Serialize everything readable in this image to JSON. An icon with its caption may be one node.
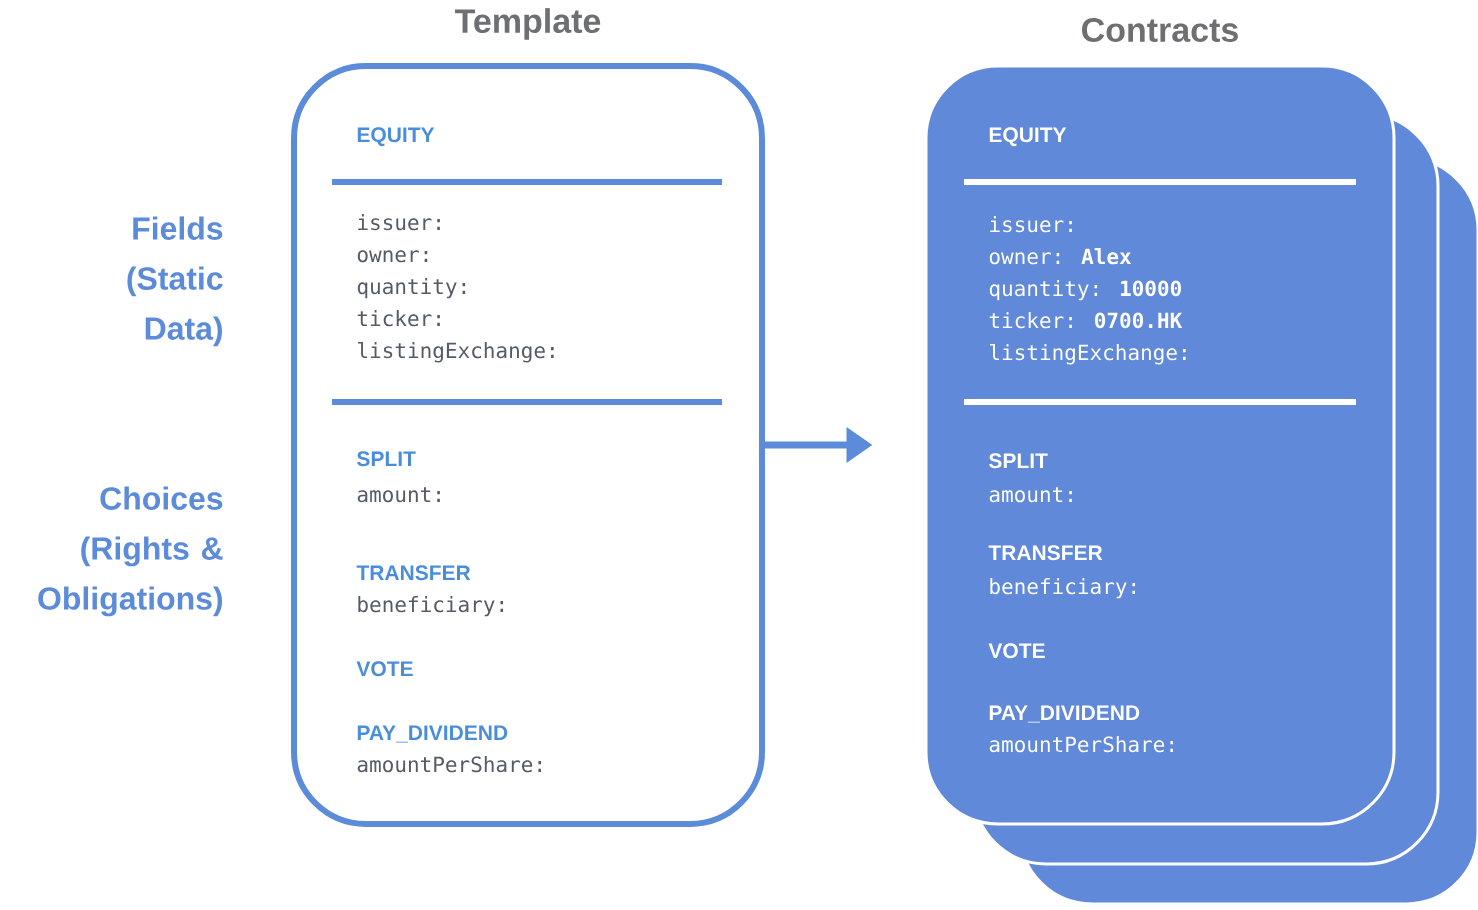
{
  "diagram": {
    "nodes": [
      {
        "text": [
          "Template",
          "EQUITY",
          "issuer:",
          "owner:",
          "quantity:",
          "ticker:",
          "listingExchange:",
          "SPLIT",
          "amount:",
          "TRANSFER",
          "beneficiary:",
          "VOTE",
          "PAY_DIVIDEND",
          "amountPerShare:"
        ]
      },
      {
        "text": [
          "Contracts",
          "EQUITY",
          "issuer:",
          "owner: **Alex**",
          "quantity: **10000**",
          "ticker: **0700.HK**",
          "listingExchange:",
          "SPLIT",
          "amount:",
          "TRANSFER",
          "beneficiary:",
          "VOTE",
          "PAY_DIVIDEND",
          "amountPerShare:"
        ]
      }
    ],
    "edges": [
      {
        "from": 0,
        "to": 1,
        "arrow": "to"
      }
    ],
    "labels": [
      "Fields (Static Data)",
      "Choices (Rights & Obligations)"
    ]
  }
}
